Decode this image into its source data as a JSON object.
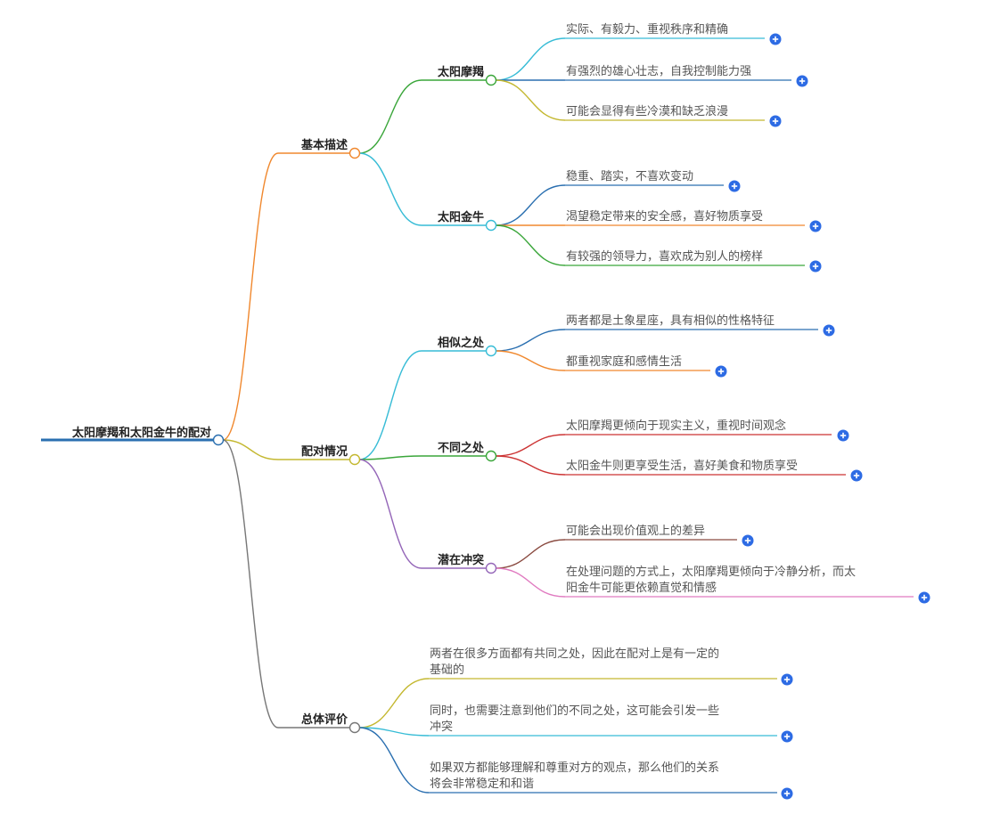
{
  "root": {
    "label": "太阳摩羯和太阳金牛的配对"
  },
  "branches": [
    {
      "label": "基本描述",
      "color": "#f0882e",
      "children": [
        {
          "label": "太阳摩羯",
          "color": "#3aa63a",
          "leaves": [
            {
              "lines": [
                "实际、有毅力、重视秩序和精确"
              ],
              "color": "#37bcd6"
            },
            {
              "lines": [
                "有强烈的雄心壮志，自我控制能力强"
              ],
              "color": "#2a6fb0"
            },
            {
              "lines": [
                "可能会显得有些冷漠和缺乏浪漫"
              ],
              "color": "#c4b830"
            }
          ]
        },
        {
          "label": "太阳金牛",
          "color": "#37bcd6",
          "leaves": [
            {
              "lines": [
                "稳重、踏实，不喜欢变动"
              ],
              "color": "#2a6fb0"
            },
            {
              "lines": [
                "渴望稳定带来的安全感，喜好物质享受"
              ],
              "color": "#f0882e"
            },
            {
              "lines": [
                "有较强的领导力，喜欢成为别人的榜样"
              ],
              "color": "#3aa63a"
            }
          ]
        }
      ]
    },
    {
      "label": "配对情况",
      "color": "#c4b830",
      "children": [
        {
          "label": "相似之处",
          "color": "#37bcd6",
          "leaves": [
            {
              "lines": [
                "两者都是土象星座，具有相似的性格特征"
              ],
              "color": "#2a6fb0"
            },
            {
              "lines": [
                "都重视家庭和感情生活"
              ],
              "color": "#f0882e"
            }
          ]
        },
        {
          "label": "不同之处",
          "color": "#3aa63a",
          "leaves": [
            {
              "lines": [
                "太阳摩羯更倾向于现实主义，重视时间观念"
              ],
              "color": "#cc3333"
            },
            {
              "lines": [
                "太阳金牛则更享受生活，喜好美食和物质享受"
              ],
              "color": "#cc3333"
            }
          ]
        },
        {
          "label": "潜在冲突",
          "color": "#9466b8",
          "leaves": [
            {
              "lines": [
                "可能会出现价值观上的差异"
              ],
              "color": "#8a4a40"
            },
            {
              "lines": [
                "在处理问题的方式上，太阳摩羯更倾向于冷静分析，而太",
                "阳金牛可能更依赖直觉和情感"
              ],
              "color": "#e07ac0"
            }
          ]
        }
      ]
    },
    {
      "label": "总体评价",
      "color": "#777777",
      "leaves": [
        {
          "lines": [
            "两者在很多方面都有共同之处，因此在配对上是有一定的",
            "基础的"
          ],
          "color": "#c4b830"
        },
        {
          "lines": [
            "同时，也需要注意到他们的不同之处，这可能会引发一些",
            "冲突"
          ],
          "color": "#37bcd6"
        },
        {
          "lines": [
            "如果双方都能够理解和尊重对方的观点，那么他们的关系",
            "将会非常稳定和和谐"
          ],
          "color": "#2a6fb0"
        }
      ]
    }
  ],
  "colors": {
    "root_line": "#2a6fb0",
    "expand_button": "#2d6be4"
  },
  "icons": {
    "expand": "plus-circle-icon"
  }
}
